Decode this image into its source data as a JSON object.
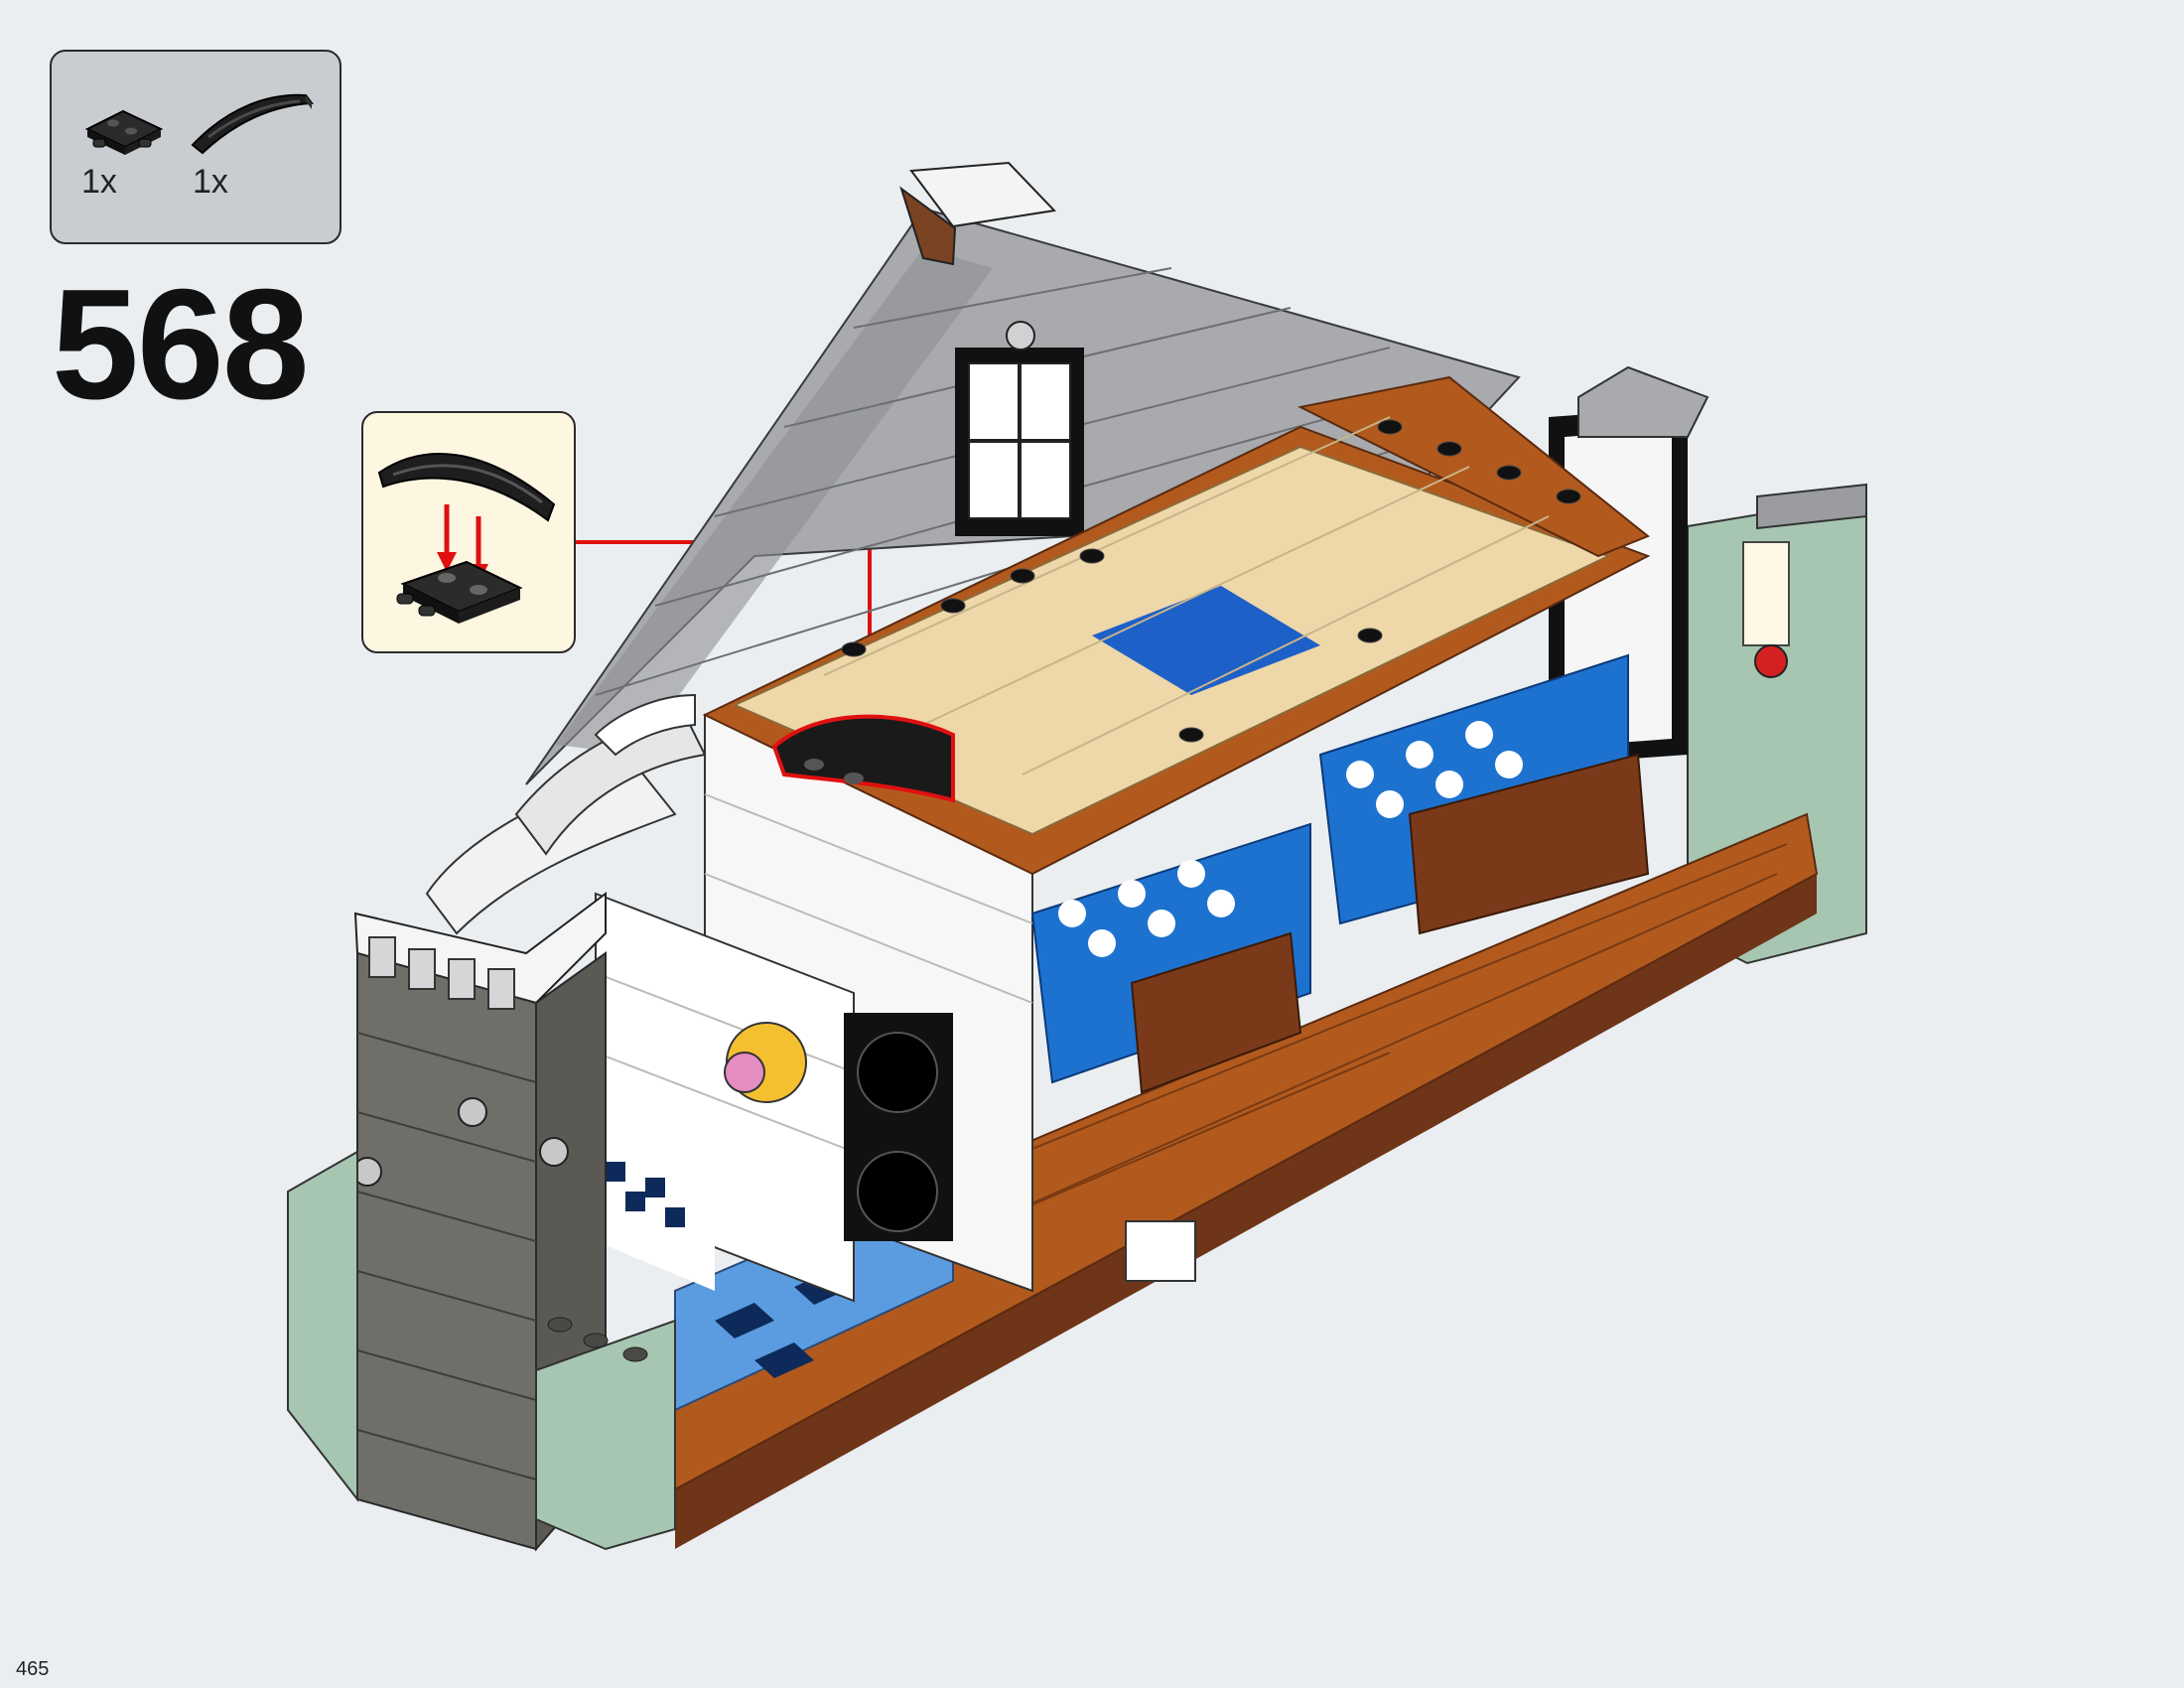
{
  "instruction": {
    "parts_list": [
      {
        "icon": "plate-with-clips-icon",
        "quantity": "1x"
      },
      {
        "icon": "curved-slope-icon",
        "quantity": "1x"
      }
    ],
    "step_number": "568",
    "callout": {
      "icon": "subassembly-curved-slope-on-clip-plate-icon",
      "arrow_color": "#e01010"
    },
    "page_number": "465"
  },
  "colors": {
    "background": "#eaeef1",
    "parts_box": "#c9ccd0",
    "callout_box": "#fdf6e1",
    "highlight": "#e01010"
  }
}
